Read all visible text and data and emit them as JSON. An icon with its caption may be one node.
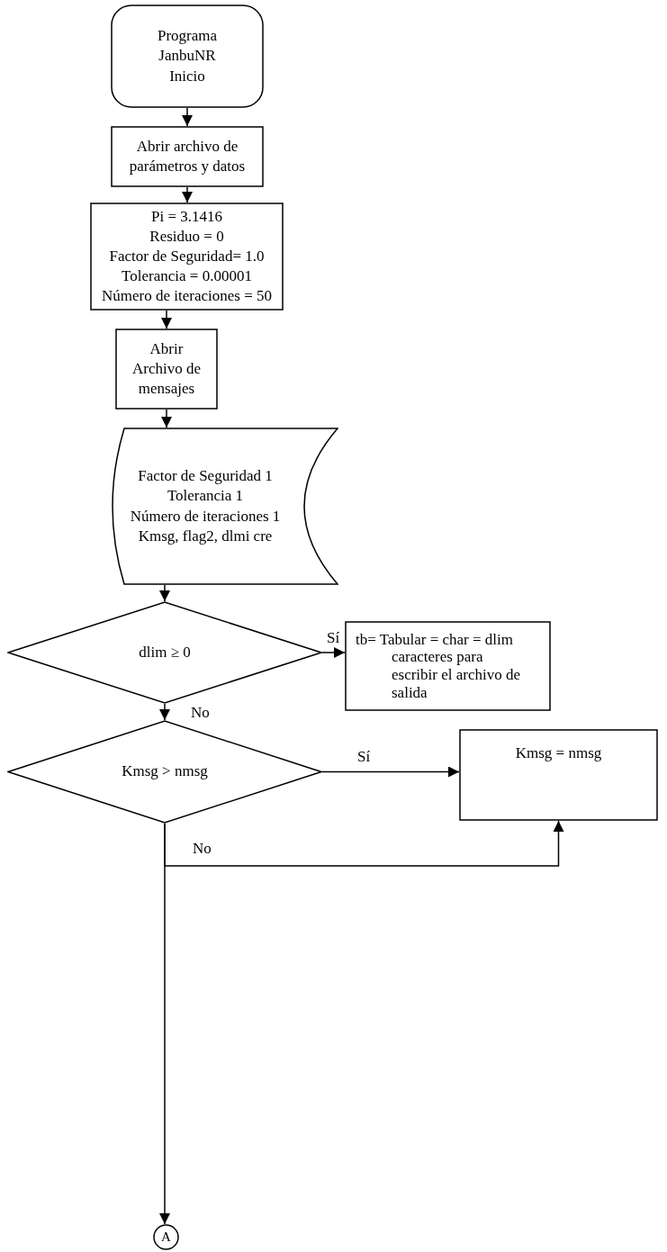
{
  "diagram": {
    "nodes": [
      {
        "text": [
          "Programa JanbuNR Inicio"
        ]
      },
      {
        "text": [
          "Abrir archivo de parámetros y datos"
        ]
      },
      {
        "text": [
          "Pi = 3.1416",
          "Residuo = 0",
          "Factor de Seguridad= 1.0",
          "Tolerancia = 0.00001",
          "Número de iteraciones = 50"
        ]
      },
      {
        "text": [
          "Abrir Archivo de mensajes"
        ]
      },
      {
        "text": [
          "Factor de Seguridad 1",
          "Tolerancia 1",
          "Número de iteraciones 1",
          "Kmsg, flag2, dlmi cre"
        ]
      },
      {
        "text": [
          "dlim ≥ 0"
        ]
      },
      {
        "text": [
          "tb= Tabular = char = dlim caracteres para escribir el archivo de salida"
        ]
      },
      {
        "text": [
          "Kmsg > nmsg"
        ]
      },
      {
        "text": [
          "Kmsg = nmsg"
        ]
      },
      {
        "text": [
          "A"
        ]
      }
    ],
    "edges": [
      {
        "from": 0,
        "to": 1,
        "arrow": "to"
      },
      {
        "from": 1,
        "to": 2,
        "arrow": "to"
      },
      {
        "from": 2,
        "to": 3,
        "arrow": "to"
      },
      {
        "from": 3,
        "to": 4,
        "arrow": "to"
      },
      {
        "from": 4,
        "to": 5,
        "arrow": "to"
      },
      {
        "from": 5,
        "to": 6,
        "arrow": "to",
        "label": "Sí"
      },
      {
        "from": 5,
        "to": 7,
        "arrow": "to",
        "label": "No"
      },
      {
        "from": 7,
        "to": 8,
        "arrow": "to",
        "label": "Sí"
      },
      {
        "from": 7,
        "to": 9,
        "arrow": "to",
        "label": "No"
      },
      {
        "from": 7,
        "to": 8,
        "arrow": "to"
      }
    ]
  }
}
